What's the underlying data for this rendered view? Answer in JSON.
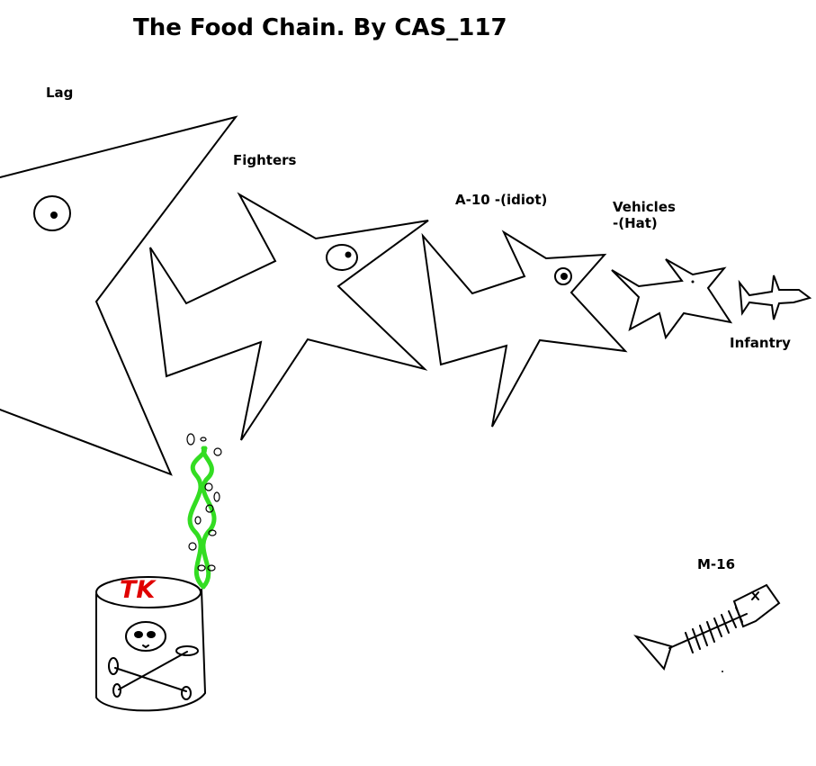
{
  "title": "The Food Chain. By CAS_117",
  "labels": {
    "lag": "Lag",
    "fighters": "Fighters",
    "a10": "A-10 -(idiot)",
    "vehicles": "Vehicles\n-(Hat)",
    "infantry": "Infantry",
    "m16": "M-16"
  },
  "can_label": "TK",
  "colors": {
    "ink": "#000000",
    "fumes": "#33dd22",
    "can_text": "#e00000"
  },
  "icons": [
    "giant-fish-icon",
    "shark-fighters-icon",
    "shark-a10-icon",
    "fish-vehicles-icon",
    "jet-infantry-icon",
    "fish-skeleton-icon",
    "toxic-can-icon",
    "skull-crossbones-icon"
  ]
}
